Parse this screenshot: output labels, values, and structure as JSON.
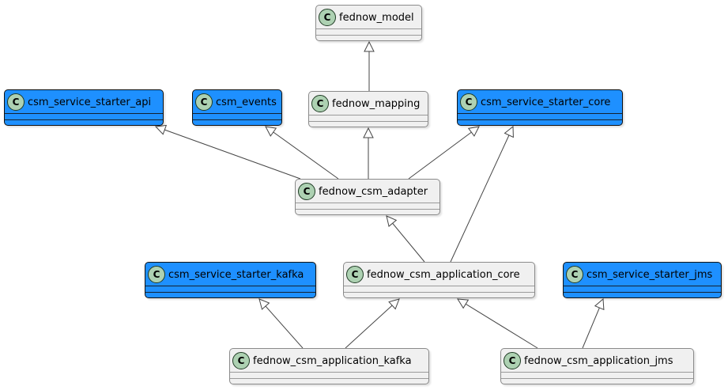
{
  "diagram": {
    "kind": "uml-class-diagram",
    "class_badge": "C",
    "colors": {
      "module_blue": "#1E90FF",
      "module_neutral": "#F0F0F0",
      "class_badge_green": "#ADD1B2",
      "edge_line": "#454545",
      "background": "#FFFFFF"
    },
    "nodes": [
      {
        "id": "fednow_model",
        "label": "fednow_model",
        "variant": "plain"
      },
      {
        "id": "csm_service_starter_api",
        "label": "csm_service_starter_api",
        "variant": "blue"
      },
      {
        "id": "csm_events",
        "label": "csm_events",
        "variant": "blue"
      },
      {
        "id": "fednow_mapping",
        "label": "fednow_mapping",
        "variant": "plain"
      },
      {
        "id": "csm_service_starter_core",
        "label": "csm_service_starter_core",
        "variant": "blue"
      },
      {
        "id": "fednow_csm_adapter",
        "label": "fednow_csm_adapter",
        "variant": "plain"
      },
      {
        "id": "csm_service_starter_kafka",
        "label": "csm_service_starter_kafka",
        "variant": "blue"
      },
      {
        "id": "fednow_csm_application_core",
        "label": "fednow_csm_application_core",
        "variant": "plain"
      },
      {
        "id": "csm_service_starter_jms",
        "label": "csm_service_starter_jms",
        "variant": "blue"
      },
      {
        "id": "fednow_csm_application_kafka",
        "label": "fednow_csm_application_kafka",
        "variant": "plain"
      },
      {
        "id": "fednow_csm_application_jms",
        "label": "fednow_csm_application_jms",
        "variant": "plain"
      }
    ],
    "edges": [
      {
        "from": "fednow_mapping",
        "to": "fednow_model",
        "type": "generalization-hollow-triangle"
      },
      {
        "from": "fednow_csm_adapter",
        "to": "csm_service_starter_api",
        "type": "generalization-hollow-triangle"
      },
      {
        "from": "fednow_csm_adapter",
        "to": "csm_events",
        "type": "generalization-hollow-triangle"
      },
      {
        "from": "fednow_csm_adapter",
        "to": "fednow_mapping",
        "type": "generalization-hollow-triangle"
      },
      {
        "from": "fednow_csm_adapter",
        "to": "csm_service_starter_core",
        "type": "generalization-hollow-triangle"
      },
      {
        "from": "fednow_csm_application_core",
        "to": "fednow_csm_adapter",
        "type": "generalization-hollow-triangle"
      },
      {
        "from": "fednow_csm_application_core",
        "to": "csm_service_starter_core",
        "type": "generalization-hollow-triangle"
      },
      {
        "from": "fednow_csm_application_kafka",
        "to": "csm_service_starter_kafka",
        "type": "generalization-hollow-triangle"
      },
      {
        "from": "fednow_csm_application_kafka",
        "to": "fednow_csm_application_core",
        "type": "generalization-hollow-triangle"
      },
      {
        "from": "fednow_csm_application_jms",
        "to": "fednow_csm_application_core",
        "type": "generalization-hollow-triangle"
      },
      {
        "from": "fednow_csm_application_jms",
        "to": "csm_service_starter_jms",
        "type": "generalization-hollow-triangle"
      }
    ]
  }
}
